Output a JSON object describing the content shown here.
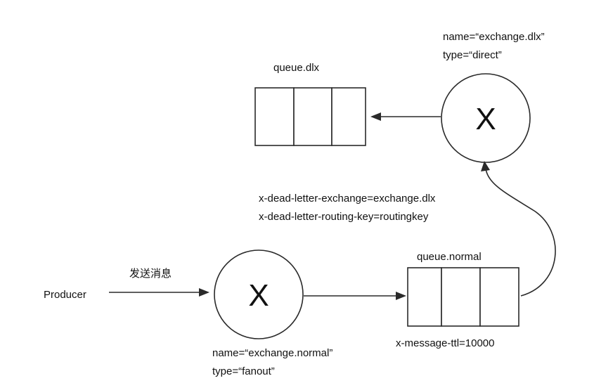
{
  "queue_dlx": {
    "name": "queue.dlx"
  },
  "exchange_dlx": {
    "symbol": "X",
    "name_attr": "name=“exchange.dlx”",
    "type_attr": "type=“direct”"
  },
  "queue_normal": {
    "name": "queue.normal",
    "ttl_attr": "x-message-ttl=10000"
  },
  "exchange_normal": {
    "symbol": "X",
    "name_attr": "name=“exchange.normal”",
    "type_attr": "type=“fanout”"
  },
  "producer": {
    "label": "Producer"
  },
  "send_message": {
    "label": "发送消息"
  },
  "dead_letter_args": {
    "exchange_arg": "x-dead-letter-exchange=exchange.dlx",
    "routing_key_arg": "x-dead-letter-routing-key=routingkey"
  }
}
